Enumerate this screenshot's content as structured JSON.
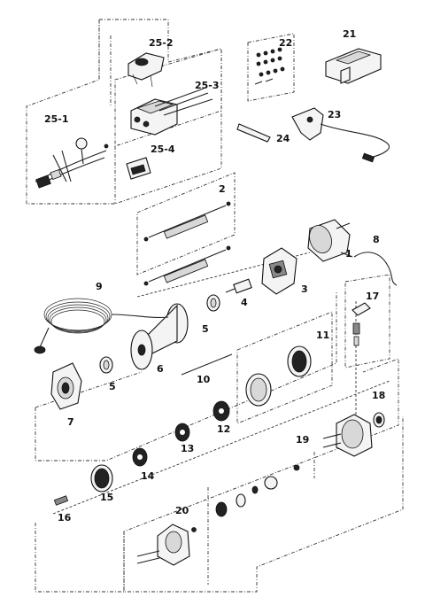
{
  "labels": {
    "p1": "1",
    "p2": "2",
    "p3": "3",
    "p4": "4",
    "p5a": "5",
    "p5b": "5",
    "p6": "6",
    "p7": "7",
    "p8": "8",
    "p9": "9",
    "p10": "10",
    "p11": "11",
    "p12": "12",
    "p13": "13",
    "p14": "14",
    "p15": "15",
    "p16": "16",
    "p17": "17",
    "p18": "18",
    "p19": "19",
    "p20": "20",
    "p21": "21",
    "p22": "22",
    "p23": "23",
    "p24": "24",
    "p25_1": "25-1",
    "p25_2": "25-2",
    "p25_3": "25-3",
    "p25_4": "25-4"
  }
}
